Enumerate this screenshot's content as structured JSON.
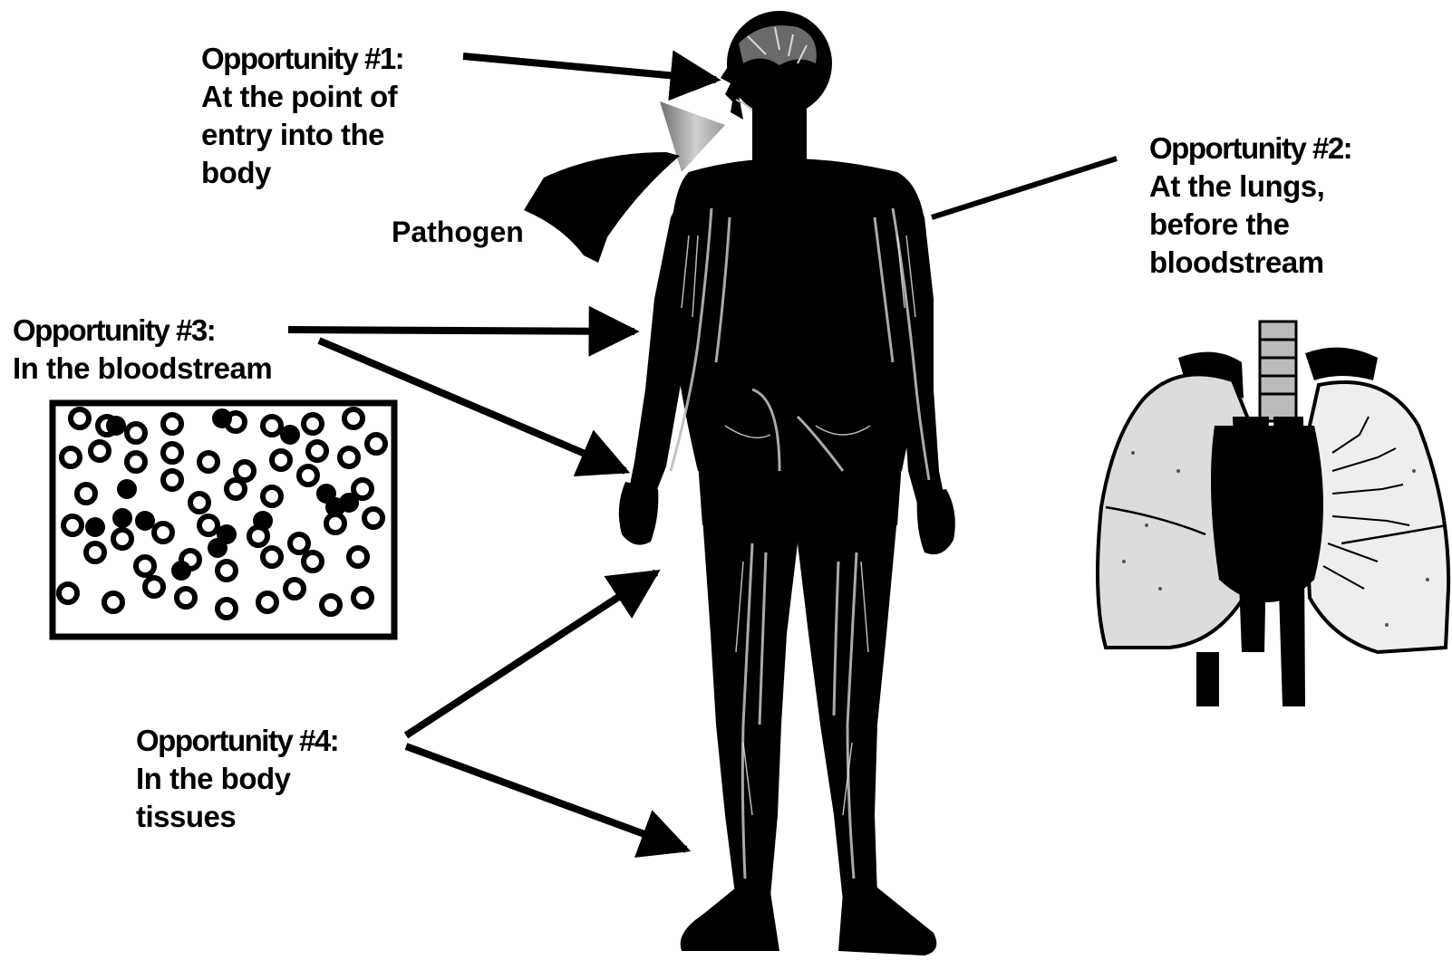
{
  "diagram": {
    "pathogen_label": "Pathogen",
    "opportunities": [
      {
        "title": "Opportunity #1:",
        "lines": [
          "At the point of",
          "entry into the",
          "body"
        ]
      },
      {
        "title": "Opportunity #2:",
        "lines": [
          "At the lungs,",
          "before the",
          "bloodstream"
        ]
      },
      {
        "title": "Opportunity #3:",
        "lines": [
          "In the bloodstream"
        ]
      },
      {
        "title": "Opportunity #4:",
        "lines": [
          "In the body",
          "tissues"
        ]
      }
    ]
  },
  "colors": {
    "ink": "#000000",
    "background": "#ffffff",
    "vessel_highlight": "#bdbdbd",
    "lung_tissue": "#dcdcdc"
  },
  "icons": [
    "human-body-figure",
    "lungs-illustration",
    "blood-cells-micrograph",
    "pathogen-cone",
    "pointer-arrow"
  ]
}
